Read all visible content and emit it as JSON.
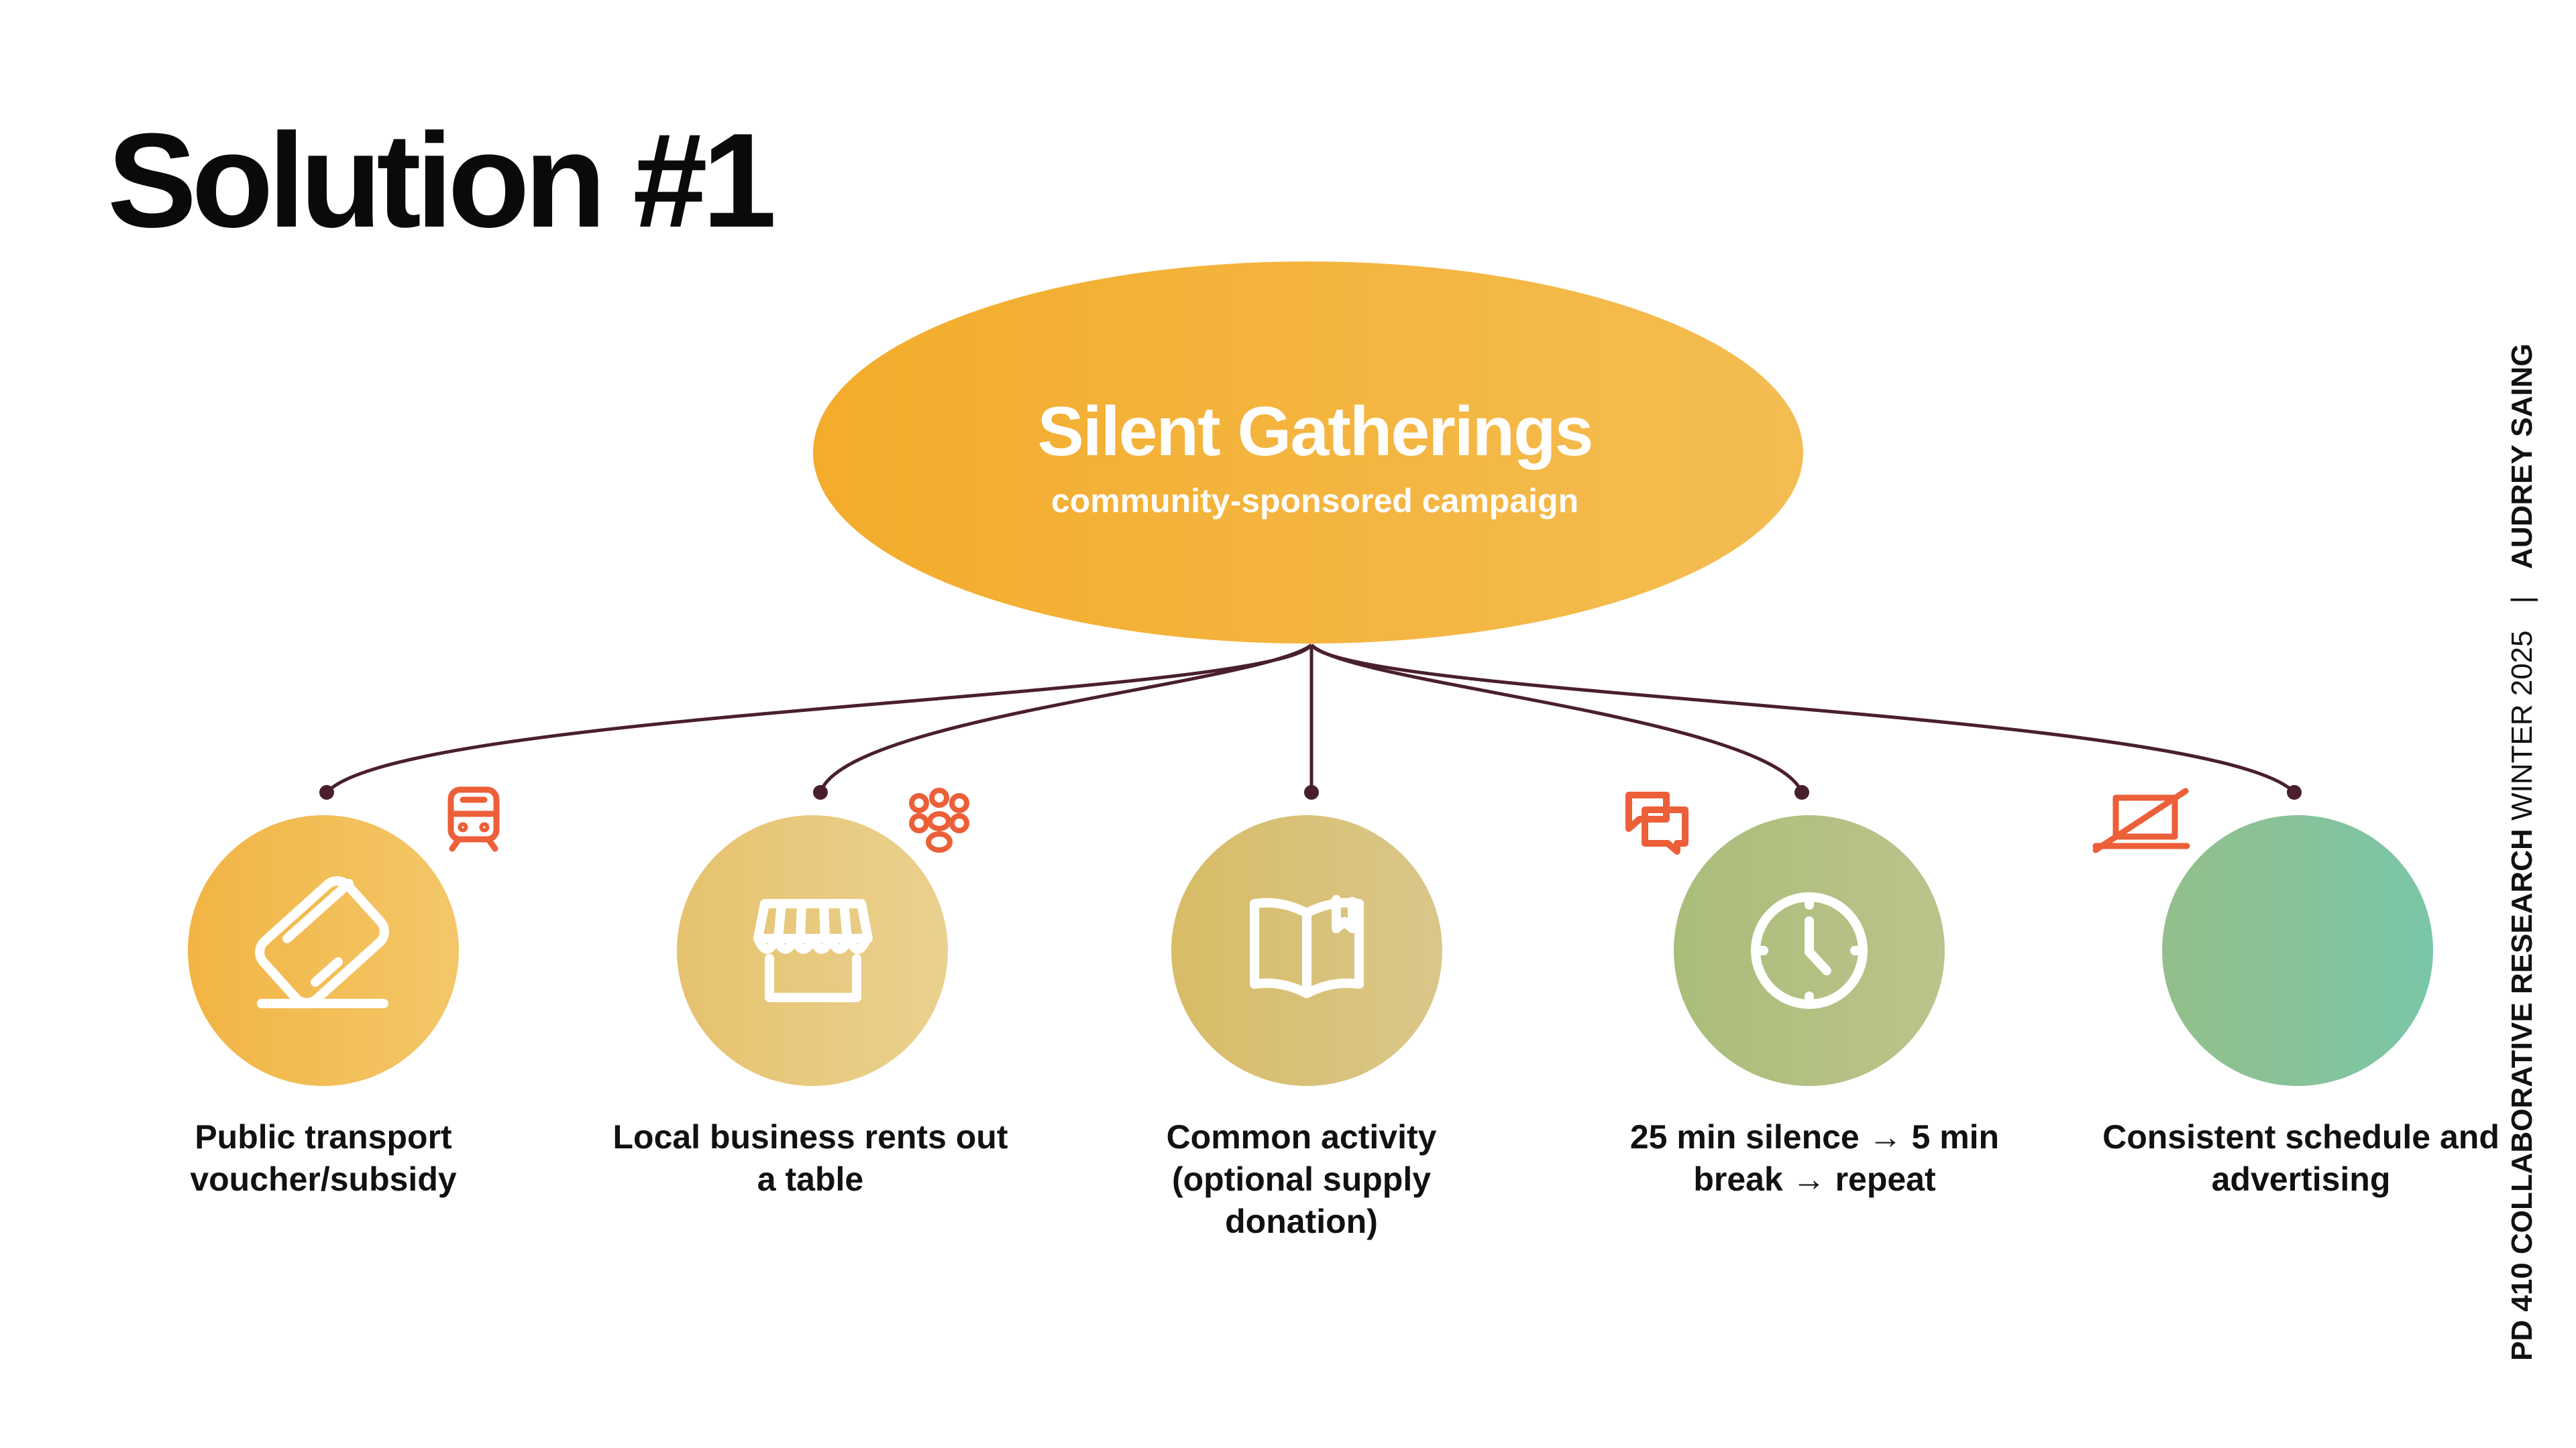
{
  "slide": {
    "title": "Solution #1",
    "central": {
      "title": "Silent Gatherings",
      "subtitle": "community-sponsored campaign",
      "gradient": [
        "#f3ad2e",
        "#f4bb50"
      ]
    },
    "nodes": [
      {
        "label": "Public transport voucher/subsidy",
        "icon": "card-swipe-icon",
        "badge_icon": "train-icon",
        "color": "#f2bb52"
      },
      {
        "label": "Local business rents out a table",
        "icon": "storefront-icon",
        "badge_icon": "people-group-icon",
        "color": "#e8c779"
      },
      {
        "label": "Common activity (optional supply donation)",
        "icon": "open-book-icon",
        "badge_icon": "",
        "color": "#d9c175"
      },
      {
        "label": "25 min silence → 5 min break → repeat",
        "icon": "clock-icon",
        "badge_icon": "chat-bubbles-icon",
        "color": "#b6c084"
      },
      {
        "label": "Consistent schedule and advertising",
        "icon": "",
        "badge_icon": "no-laptop-icon",
        "color": "#82c4a2"
      }
    ],
    "accent_color": "#ec5f38",
    "connector_color": "#4a1f2c",
    "sidebar": {
      "course": "PD 410 COLLABORATIVE  RESEARCH",
      "term": " WINTER 2025",
      "separator": "|",
      "author": "AUDREY SAING"
    }
  }
}
